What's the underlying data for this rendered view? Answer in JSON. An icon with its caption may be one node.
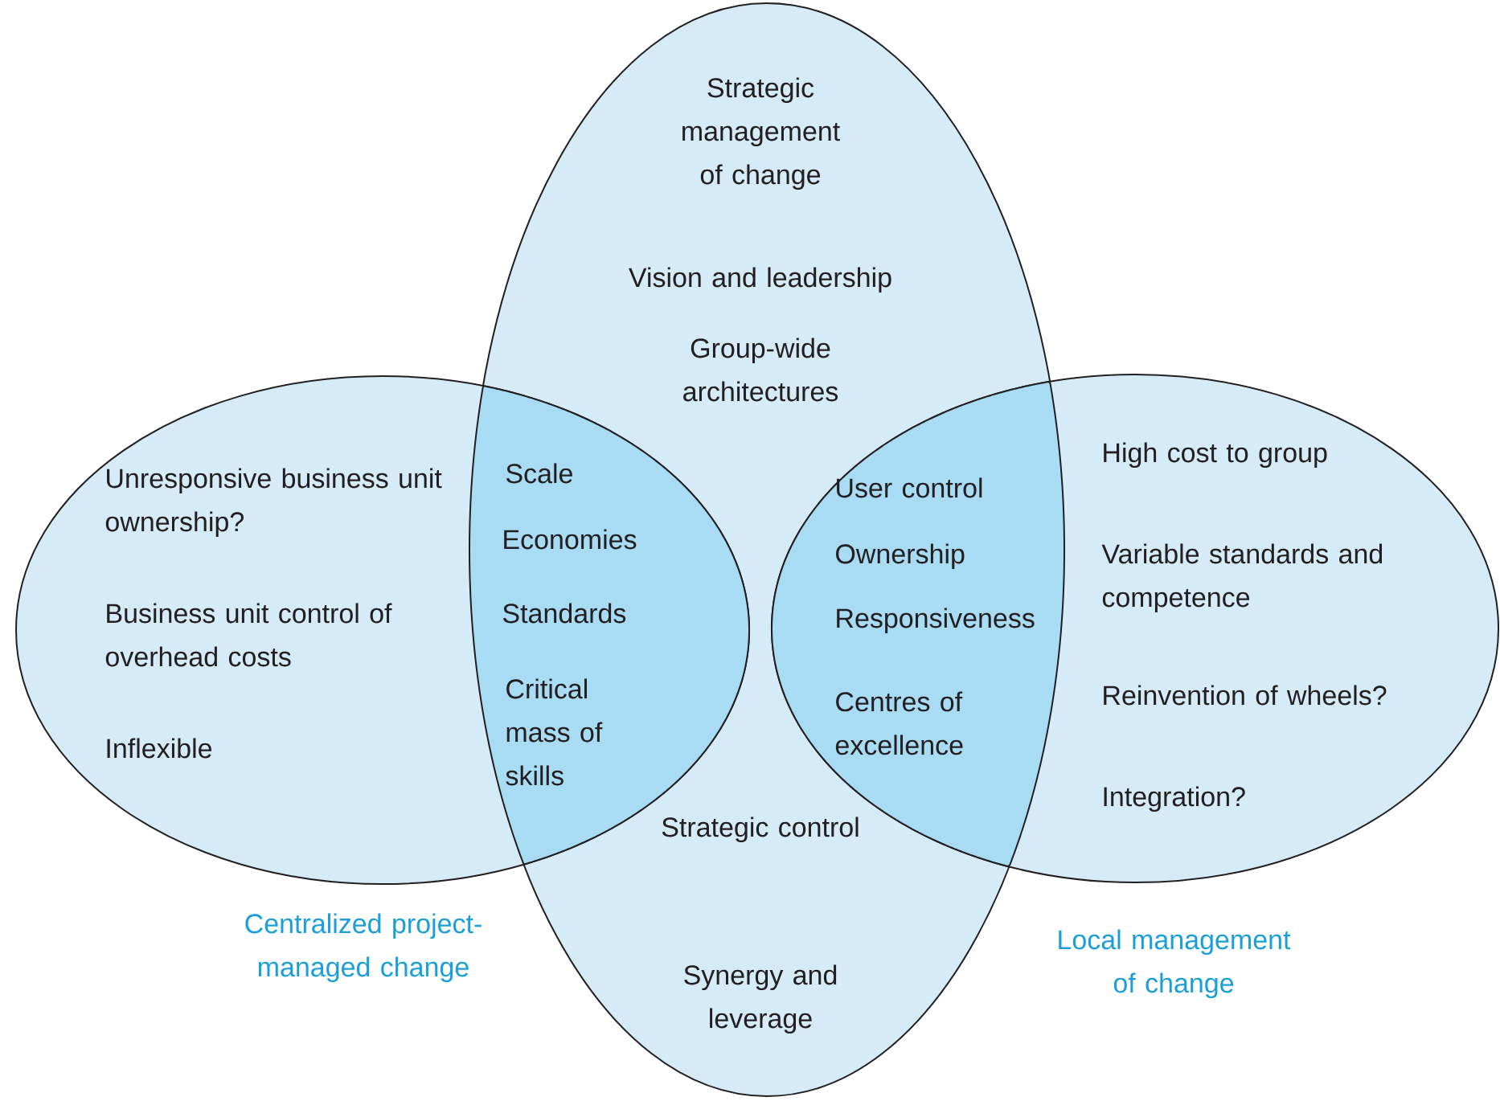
{
  "diagram": {
    "nodes": [
      {
        "text": [
          "Strategic management of change",
          "Vision and leadership",
          "Group-wide architectures",
          "Strategic control",
          "Synergy and leverage"
        ]
      },
      {
        "text": [
          "Unresponsive business unit ownership?",
          "Business unit control of overhead costs",
          "Inflexible",
          "Centralized project-managed change"
        ]
      },
      {
        "text": [
          "High cost to group",
          "Variable standards and competence",
          "Reinvention of wheels?",
          "Integration?",
          "Local management of change"
        ]
      },
      {
        "text": [
          "Scale",
          "Economies",
          "Standards",
          "Critical mass of skills"
        ]
      },
      {
        "text": [
          "User control",
          "Ownership",
          "Responsiveness",
          "Centres of excellence"
        ]
      }
    ]
  }
}
